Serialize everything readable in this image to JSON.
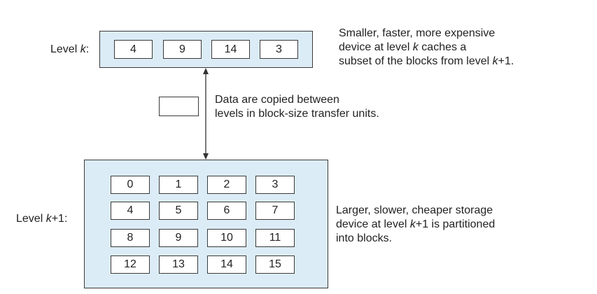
{
  "level_k": {
    "label_prefix": "Level ",
    "label_var": "k",
    "label_suffix": ":",
    "blocks": [
      "4",
      "9",
      "14",
      "3"
    ]
  },
  "level_k1": {
    "label_prefix": "Level ",
    "label_var": "k",
    "label_suffix": "+1:",
    "blocks": [
      "0",
      "1",
      "2",
      "3",
      "4",
      "5",
      "6",
      "7",
      "8",
      "9",
      "10",
      "11",
      "12",
      "13",
      "14",
      "15"
    ]
  },
  "desc_top": {
    "line1": "Smaller, faster, more expensive",
    "line2_a": "device at level ",
    "line2_var": "k",
    "line2_b": " caches a",
    "line3_a": "subset of the blocks from level ",
    "line3_var": "k",
    "line3_b": "+1."
  },
  "desc_middle": {
    "line1": "Data are copied between",
    "line2": "levels in block-size transfer units."
  },
  "desc_bottom": {
    "line1": "Larger, slower, cheaper storage",
    "line2_a": "device at level ",
    "line2_var": "k",
    "line2_b": "+1 is partitioned",
    "line3": "into blocks."
  },
  "colors": {
    "level_fill": "#dcecf6",
    "border": "#3a3a3a"
  }
}
